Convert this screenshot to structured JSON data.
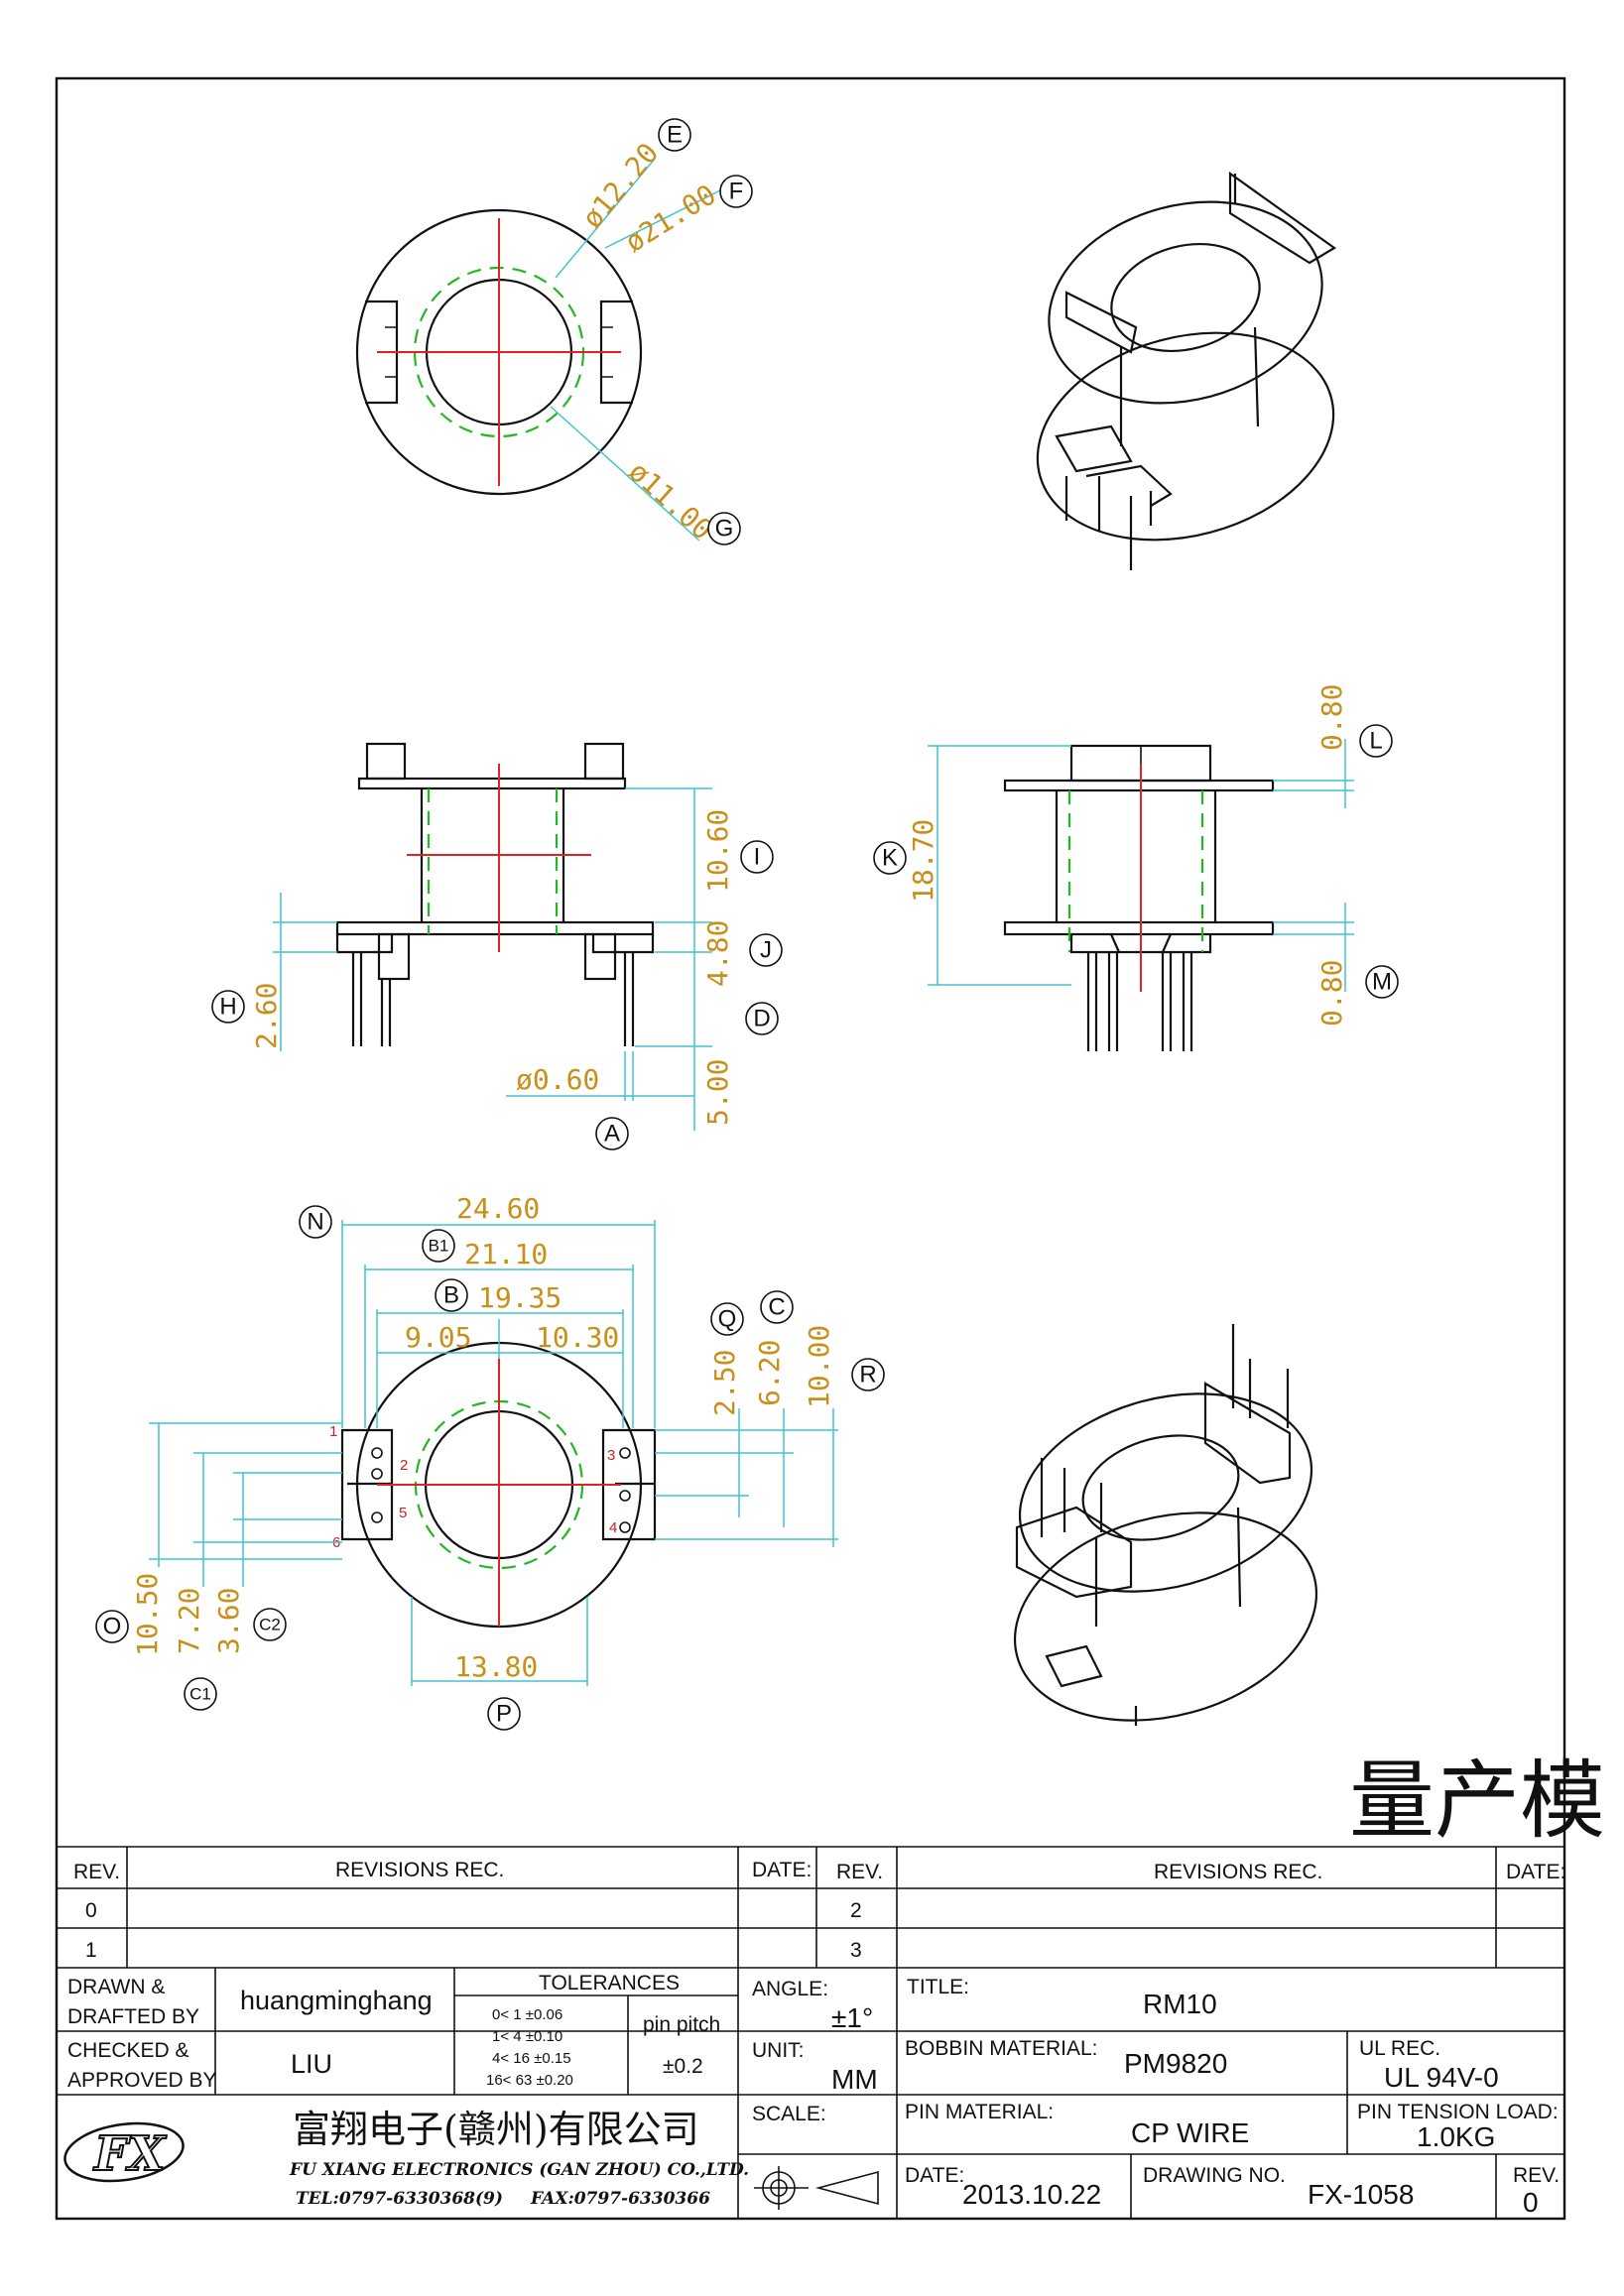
{
  "colors": {
    "dimension": "#c8901a",
    "extension_line": "#3fc4d2",
    "centerline": "#e22222",
    "hidden_line": "#22b822",
    "outline": "#111111"
  },
  "dimensions": {
    "d_12_20": "ø12.20",
    "d_21_00": "ø21.00",
    "d_11_00": "ø11.00",
    "d_0_60": "ø0.60",
    "d_2_60": "2.60",
    "d_10_60": "10.60",
    "d_4_80": "4.80",
    "d_5_00": "5.00",
    "d_0_80_top": "0.80",
    "d_18_70": "18.70",
    "d_0_80_bottom": "0.80",
    "d_24_60": "24.60",
    "d_21_10": "21.10",
    "d_19_35": "19.35",
    "d_9_05": "9.05",
    "d_10_30": "10.30",
    "d_2_50": "2.50",
    "d_6_20": "6.20",
    "d_10_00": "10.00",
    "d_10_50": "10.50",
    "d_7_20": "7.20",
    "d_3_60": "3.60",
    "d_13_80": "13.80"
  },
  "markers": {
    "E": "E",
    "F": "F",
    "G": "G",
    "A": "A",
    "H": "H",
    "I": "I",
    "J": "J",
    "D": "D",
    "K": "K",
    "L": "L",
    "M": "M",
    "N": "N",
    "B1": "B1",
    "B": "B",
    "Q": "Q",
    "C": "C",
    "R": "R",
    "O": "O",
    "C1": "C1",
    "C2": "C2",
    "P": "P"
  },
  "pin_numbers": [
    "1",
    "2",
    "3",
    "4",
    "5",
    "6"
  ],
  "status_stamp": "量产模",
  "title_block": {
    "rev_header": "REV.",
    "revisions_header": "REVISIONS   REC.",
    "date_header": "DATE:",
    "rev_rows_left": [
      "0",
      "1"
    ],
    "rev_rows_right": [
      "2",
      "3"
    ],
    "drawn_label_1": "DRAWN  &",
    "drawn_label_2": "DRAFTED  BY",
    "drawn_value": "huangminghang",
    "checked_label_1": "CHECKED  &",
    "checked_label_2": "APPROVED  BY",
    "checked_value": "LIU",
    "tolerances_header": "TOLERANCES",
    "tolerance_rows": [
      "0<  1   ±0.06",
      "1<  4   ±0.10",
      "4<  16  ±0.15",
      "16<  63  ±0.20"
    ],
    "pin_pitch_label": "pin  pitch",
    "pin_pitch_value": "±0.2",
    "angle_label": "ANGLE:",
    "angle_value": "±1°",
    "unit_label": "UNIT:",
    "unit_value": "MM",
    "scale_label": "SCALE:",
    "title_label": "TITLE:",
    "title_value": "RM10",
    "bobbin_material_label": "BOBBIN  MATERIAL:",
    "bobbin_material_value": "PM9820",
    "ul_rec_label": "UL  REC.",
    "ul_rec_value": "UL  94V-0",
    "pin_material_label": "PIN  MATERIAL:",
    "pin_material_value": "CP  WIRE",
    "pin_tension_label": "PIN  TENSION  LOAD:",
    "pin_tension_value": "1.0KG",
    "date_label": "DATE:",
    "date_value": "2013.10.22",
    "drawing_no_label": "DRAWING  NO.",
    "drawing_no_value": "FX-1058",
    "rev_label": "REV.",
    "rev_value": "0",
    "company_cn": "富翔电子(赣州)有限公司",
    "company_en": "FU XIANG ELECTRONICS (GAN ZHOU) CO.,LTD.",
    "tel": "TEL:0797-6330368(9)",
    "fax": "FAX:0797-6330366",
    "logo_text": "FX"
  }
}
